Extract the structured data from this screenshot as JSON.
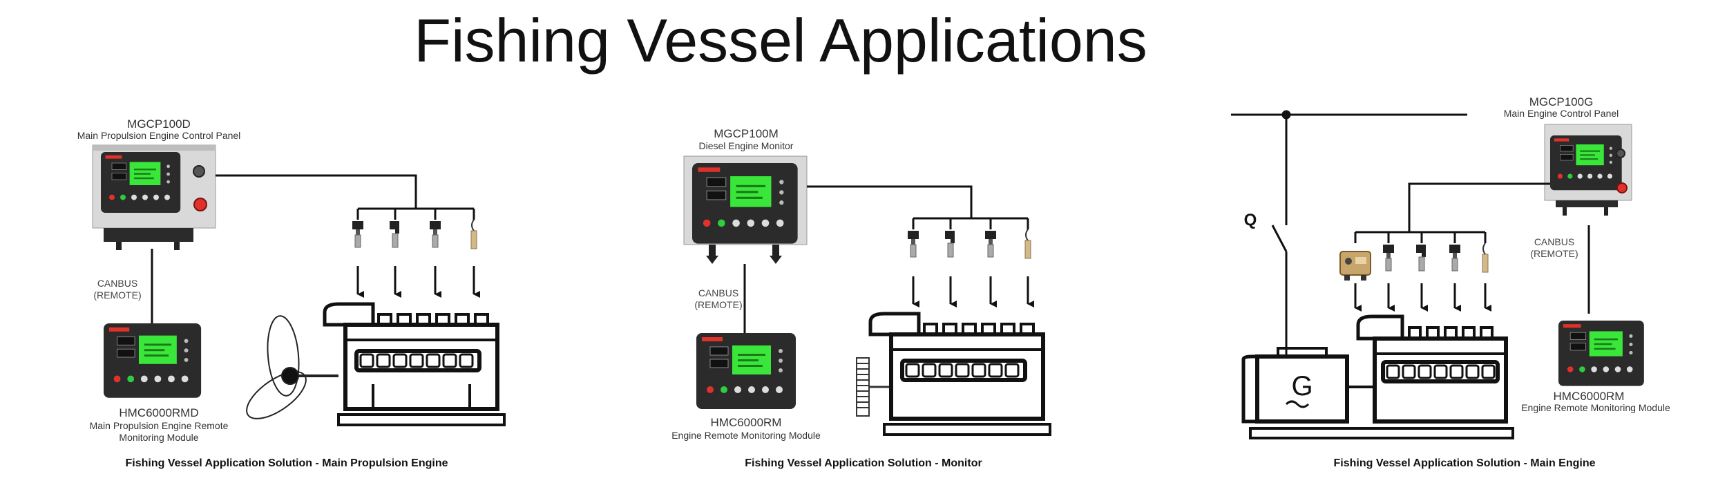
{
  "title": "Fishing Vessel Applications",
  "panels": [
    {
      "controller_model": "MGCP100D",
      "controller_desc": "Main Propulsion Engine Control Panel",
      "bus_line1": "CANBUS",
      "bus_line2": "(REMOTE)",
      "remote_model": "HMC6000RMD",
      "remote_desc_line1": "Main Propulsion Engine Remote",
      "remote_desc_line2": "Monitoring Module",
      "caption": "Fishing Vessel Application Solution - Main Propulsion Engine"
    },
    {
      "controller_model": "MGCP100M",
      "controller_desc": "Diesel Engine Monitor",
      "bus_line1": "CANBUS",
      "bus_line2": "(REMOTE)",
      "remote_model": "HMC6000RM",
      "remote_desc_line1": "Engine Remote Monitoring Module",
      "caption": "Fishing Vessel Application Solution - Monitor"
    },
    {
      "controller_model": "MGCP100G",
      "controller_desc": "Main Engine Control Panel",
      "bus_line1": "CANBUS",
      "bus_line2": "(REMOTE)",
      "remote_model": "HMC6000RM",
      "remote_desc_line1": "Engine Remote Monitoring Module",
      "switch_label": "Q",
      "generator_label": "G",
      "caption": "Fishing Vessel Application Solution - Main Engine"
    }
  ],
  "colors": {
    "screen": "#39e639",
    "housing": "#2b2b2b",
    "frame": "#d9d9d9",
    "green_led": "#2ecc40",
    "red_led": "#e0322b"
  }
}
